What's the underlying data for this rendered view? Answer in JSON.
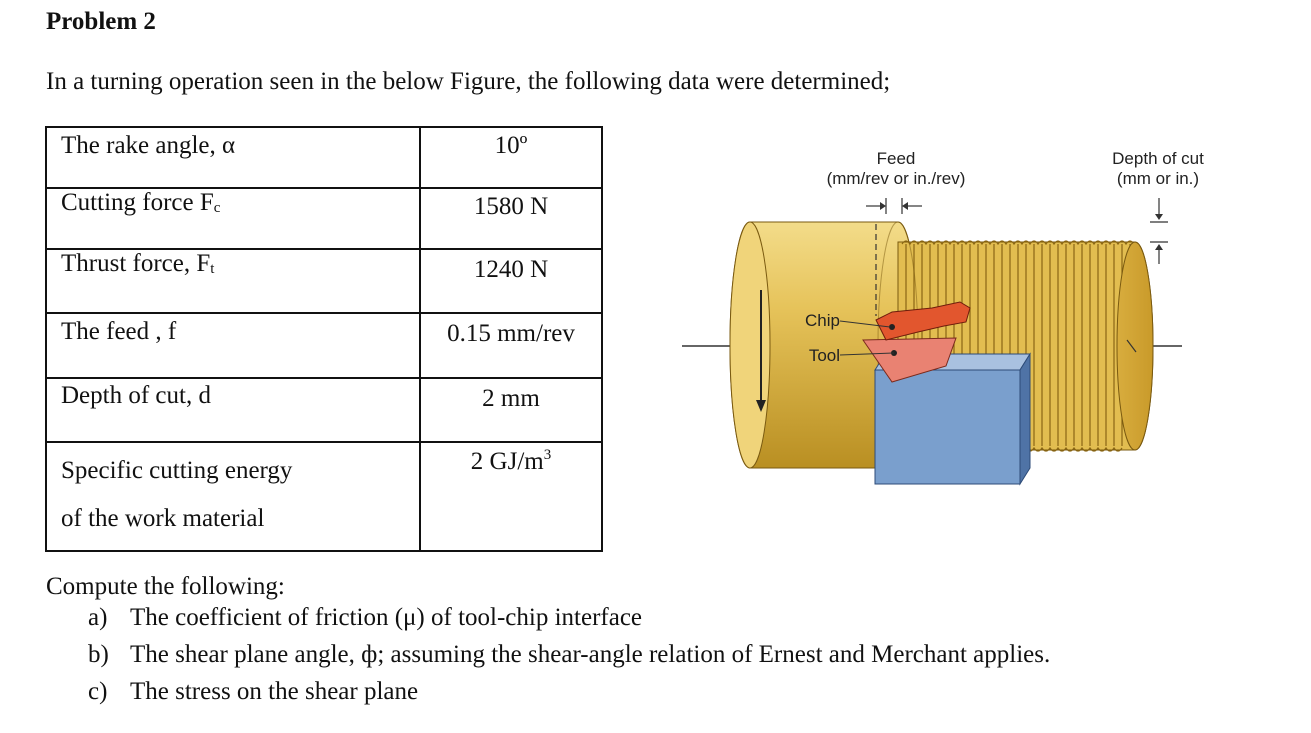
{
  "problem": {
    "title": "Problem 2",
    "intro": "In a turning operation seen in the below Figure, the following data were determined;"
  },
  "table": {
    "rows": [
      {
        "label": "The rake angle, α",
        "value": "10º"
      },
      {
        "label_main": "Cutting force F",
        "label_sub": "c",
        "value": "1580 N"
      },
      {
        "label_main": "Thrust force, F",
        "label_sub": "t",
        "value": "1240 N"
      },
      {
        "label": "The feed , f",
        "value": "0.15 mm/rev"
      },
      {
        "label": "Depth of cut, d",
        "value": "2 mm"
      },
      {
        "label_line1": "Specific cutting energy",
        "label_line2": "of the work material",
        "value_main": "2 GJ/m",
        "value_sup": "3"
      }
    ]
  },
  "figure": {
    "feed_label": "Feed",
    "feed_units": "(mm/rev or in./rev)",
    "depth_label": "Depth of cut",
    "depth_units": "(mm or in.)",
    "chip_label": "Chip",
    "tool_label": "Tool",
    "colors": {
      "workpiece": "#e6c35a",
      "chip": "#e2562e",
      "tool_tip": "#e98272",
      "tool_body": "#7a9fcd"
    }
  },
  "questions": {
    "heading": "Compute the following:",
    "items": [
      {
        "marker": "a)",
        "text": "The coefficient of friction (μ) of tool-chip interface"
      },
      {
        "marker": "b)",
        "text": "The shear plane angle, ф; assuming the shear-angle relation of Ernest and Merchant applies."
      },
      {
        "marker": "c)",
        "text": "The stress on the shear plane"
      }
    ]
  }
}
